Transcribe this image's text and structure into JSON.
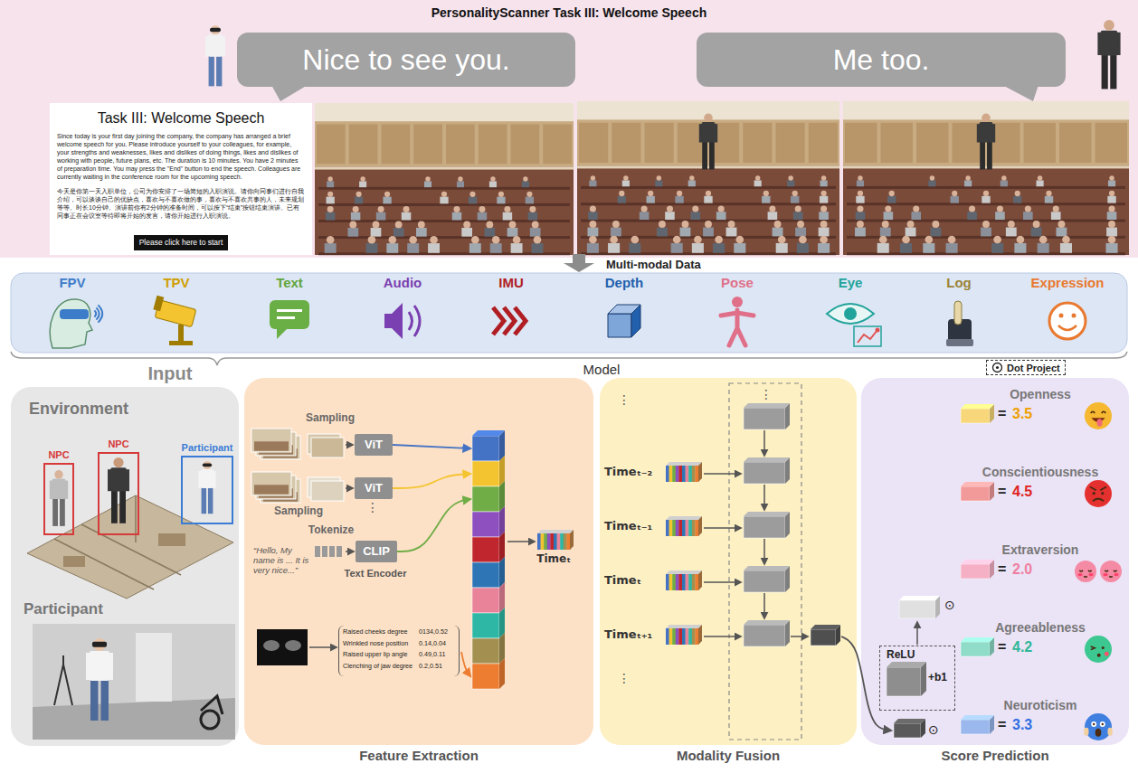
{
  "diagram": {
    "title": "PersonalityScanner Task III: Welcome Speech",
    "nodes": [
      {
        "text": [
          "Nice to see you."
        ]
      },
      {
        "text": [
          "Me too."
        ]
      },
      {
        "text": [
          "Task III: Welcome Speech",
          "Since today is your first day joining the company, the company has arranged a brief welcome speech for you. Please introduce yourself to your colleagues, for example, your strengths and weaknesses, likes and dislikes of doing things, likes and dislikes of working with people, future plans, etc. The duration is 10 minutes. You have 2 minutes of preparation time. You may press the \"End\" button to end the speech. Colleagues are currently waiting in the conference room for the upcoming speech.",
          "今天是你第一天入职单位，公司为你安排了一场简短的入职演说。请你向同事们进行自我介绍，可以谈谈自己的优缺点，喜欢与不喜欢做的事，喜欢与不喜欢共事的人，未来规划等等。时长10分钟。演讲前你有2分钟的准备时间，可以按下“结束”按钮结束演讲。已有同事正在会议室等待即将开始的发言，请你开始进行入职演说。"
        ]
      },
      {
        "text": [
          "Please click here to start"
        ],
        "in": 2
      },
      {
        "text": [
          "Multi-modal Data"
        ]
      },
      {
        "text": [
          "Input",
          "Environment",
          "Participant"
        ]
      },
      {
        "text": [
          "NPC"
        ],
        "in": 5
      },
      {
        "text": [
          "NPC"
        ],
        "in": 5
      },
      {
        "text": [
          "Participant"
        ],
        "in": 5
      },
      {
        "text": [
          "Feature Extraction"
        ]
      },
      {
        "text": [
          "ViT"
        ],
        "in": 9
      },
      {
        "text": [
          "ViT"
        ],
        "in": 9
      },
      {
        "text": [
          "CLIP"
        ],
        "in": 9
      },
      {
        "text": [
          "Raised cheeks degree",
          "0134,0.52",
          "Wrinkled nose position",
          "0.14,0.04",
          "Raised upper lip angle",
          "0.49,0.11",
          "Clenching of jaw degree",
          "0.2,0.51"
        ],
        "in": 9
      },
      {
        "text": [
          "Modality Fusion"
        ]
      },
      {
        "text": [
          "Score Prediction"
        ]
      },
      {
        "text": [
          "ReLU",
          "+b1"
        ],
        "in": 15
      }
    ],
    "labels": [
      "FPV",
      "TPV",
      "Text",
      "Audio",
      "IMU",
      "Depth",
      "Pose",
      "Eye",
      "Log",
      "Expression",
      "Model",
      "Sampling",
      "Sampling",
      "⋮",
      "Tokenize",
      "“Hello, My name is ... It is very nice...”",
      "Text Encoder",
      "Timeₜ",
      "⋮",
      "Timeₜ₋₂",
      "Timeₜ₋₁",
      "Timeₜ",
      "Timeₜ₊₁",
      "⋮",
      "⋮",
      "⊙",
      "⊙",
      "Openness",
      "=",
      "3.5",
      "Conscientiousness",
      "=",
      "4.5",
      "Extraversion",
      "=",
      "2.0",
      "Agreeableness",
      "=",
      "4.2",
      "Neuroticism",
      "=",
      "3.3"
    ],
    "legend": [
      {
        "text": "Dot Project"
      }
    ]
  }
}
